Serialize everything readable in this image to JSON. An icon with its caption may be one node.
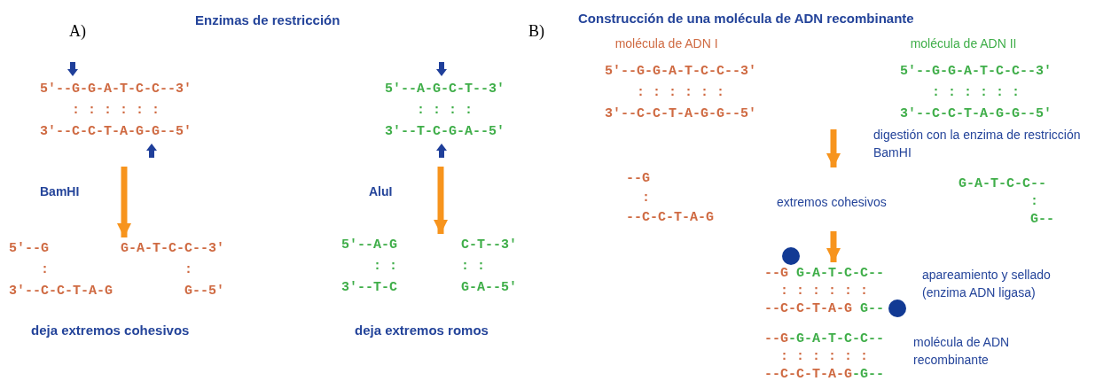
{
  "diagram": {
    "nodes": [
      {
        "text": [
          "5′--G-G-A-T-C-C--3′",
          ": : : : : :",
          "3′--C-C-T-A-G-G--5′"
        ]
      },
      {
        "text": [
          "5′--G",
          "G-A-T-C-C--3′",
          ":",
          ":",
          "3′--C-C-T-A-G",
          "G--5′"
        ],
        "beside": [
          "deja extremos cohesivos"
        ]
      },
      {
        "text": [
          "5′--A-G-C-T--3′",
          ": : : :",
          "3′--T-C-G-A--5′"
        ]
      },
      {
        "text": [
          "5′--A-G",
          "C-T--3′",
          ": :",
          ": :",
          "3′--T-C",
          "G-A--5′"
        ],
        "beside": [
          "deja extremos romos"
        ]
      },
      {
        "text": [
          "molécula de ADN I",
          "5′--G-G-A-T-C-C--3′",
          ": : : : : :",
          "3′--C-C-T-A-G-G--5′"
        ]
      },
      {
        "text": [
          "molécula de ADN II",
          "5′--G-G-A-T-C-C--3′",
          ": : : : : :",
          "3′--C-C-T-A-G-G--5′"
        ]
      },
      {
        "text": [
          "--G",
          ":",
          "--C-C-T-A-G",
          "extremos cohesivos",
          "G-A-T-C-C--",
          ":",
          "G--"
        ]
      },
      {
        "text": [
          "--G",
          "G-A-T-C-C--",
          ": : : : : :",
          "--C-C-T-A-G",
          "G--"
        ],
        "beside": [
          "apareamiento y sellado (enzima ADN ligasa)"
        ]
      },
      {
        "text": [
          "--G",
          "-G-A-T-C-C--",
          ": : : : : :",
          "--C-C-T-A-G",
          "-G--"
        ],
        "beside": [
          "molécula de ADN recombinante"
        ]
      }
    ],
    "edges": [
      {
        "from": 0,
        "to": 1,
        "arrow": "to",
        "label": "BamHI"
      },
      {
        "from": 2,
        "to": 3,
        "arrow": "to",
        "label": "AluI"
      },
      {
        "from": null,
        "to": 6,
        "arrow": "to",
        "label": "digestión con la enzima de restricción BamHI"
      },
      {
        "from": 6,
        "to": 7,
        "arrow": "to"
      }
    ],
    "labels": [
      "A)",
      "Enzimas de restricción",
      "B)",
      "Construcción de una molécula de ADN recombinante"
    ]
  }
}
